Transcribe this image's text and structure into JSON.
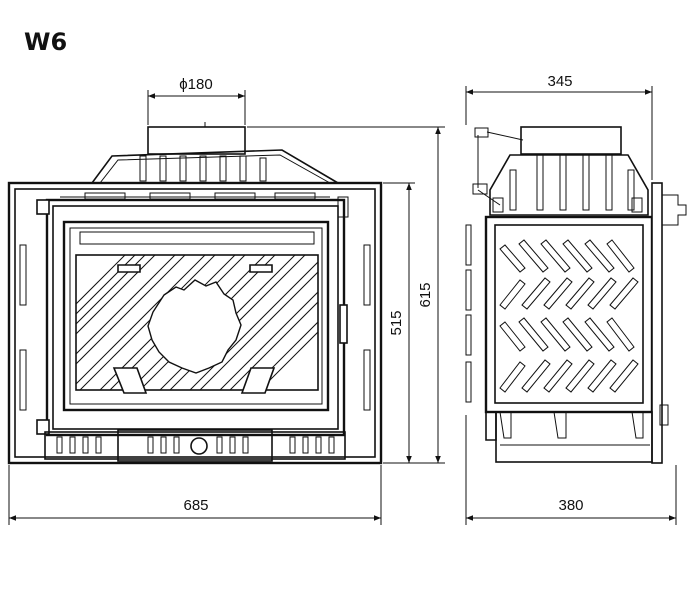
{
  "model": "W6",
  "dimensions": {
    "flue_diameter": "ϕ180",
    "side_depth_top": "345",
    "front_width": "685",
    "side_depth_bottom": "380",
    "body_height": "515",
    "total_height": "615"
  },
  "colors": {
    "line": "#111111",
    "background": "#ffffff"
  }
}
